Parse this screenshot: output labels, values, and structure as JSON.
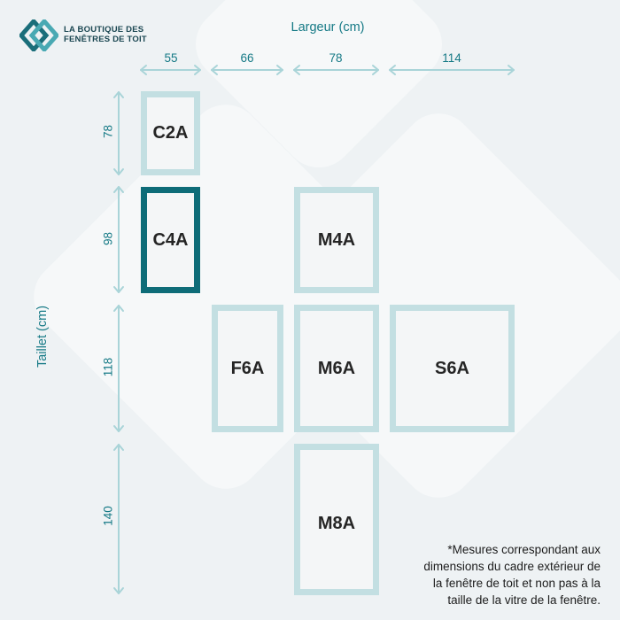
{
  "brand": {
    "name_line1": "LA BOUTIQUE DES",
    "name_line2": "FENÊTRES DE TOIT",
    "logo_icon": "diamond-logo-icon",
    "colors": {
      "teal_dark": "#0e6c78",
      "teal_light": "#c3dfe2",
      "text": "#167a86"
    }
  },
  "axes": {
    "x_title": "Largeur (cm)",
    "y_title": "Taillet (cm)",
    "x_ticks": [
      "55",
      "66",
      "78",
      "114"
    ],
    "y_ticks": [
      "78",
      "98",
      "118",
      "140"
    ]
  },
  "windows": [
    {
      "label": "C2A",
      "width_cm": 55,
      "height_cm": 78,
      "selected": false
    },
    {
      "label": "C4A",
      "width_cm": 55,
      "height_cm": 98,
      "selected": true
    },
    {
      "label": "M4A",
      "width_cm": 78,
      "height_cm": 98,
      "selected": false
    },
    {
      "label": "F6A",
      "width_cm": 66,
      "height_cm": 118,
      "selected": false
    },
    {
      "label": "M6A",
      "width_cm": 78,
      "height_cm": 118,
      "selected": false
    },
    {
      "label": "S6A",
      "width_cm": 114,
      "height_cm": 118,
      "selected": false
    },
    {
      "label": "M8A",
      "width_cm": 78,
      "height_cm": 140,
      "selected": false
    }
  ],
  "footnote": {
    "line1": "*Mesures correspondant aux",
    "line2": "dimensions du cadre extérieur de",
    "line3": "la fenêtre de toit et non pas à la",
    "line4": "taille de la vitre de la fenêtre."
  }
}
